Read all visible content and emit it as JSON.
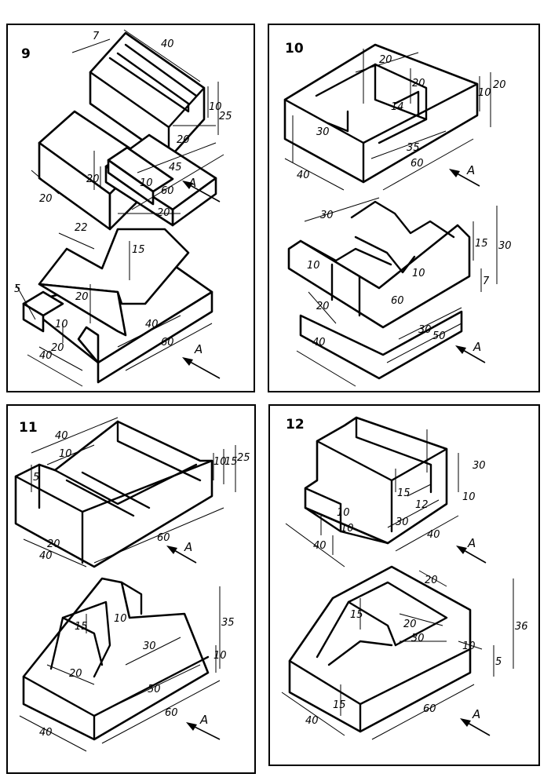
{
  "panels": [
    {
      "number": "9",
      "top": {
        "dims": [
          "7",
          "40",
          "10",
          "25",
          "20",
          "20",
          "10",
          "45",
          "60",
          "20"
        ],
        "view_label": "A"
      },
      "bottom": {
        "dims": [
          "22",
          "20",
          "15",
          "20",
          "5",
          "10",
          "20",
          "40",
          "40",
          "60"
        ],
        "view_label": "A"
      }
    },
    {
      "number": "10",
      "top": {
        "dims": [
          "20",
          "20",
          "14",
          "10",
          "20",
          "30",
          "35",
          "40",
          "60"
        ],
        "view_label": "A"
      },
      "bottom": {
        "dims": [
          "30",
          "15",
          "30",
          "10",
          "10",
          "7",
          "20",
          "60",
          "30",
          "40",
          "50"
        ],
        "view_label": "A"
      }
    },
    {
      "number": "11",
      "top": {
        "dims": [
          "40",
          "10",
          "5",
          "10",
          "15",
          "25",
          "20",
          "40",
          "60"
        ],
        "view_label": "A"
      },
      "bottom": {
        "dims": [
          "10",
          "15",
          "35",
          "30",
          "10",
          "20",
          "50",
          "40",
          "60"
        ],
        "view_label": "A"
      }
    },
    {
      "number": "12",
      "top": {
        "dims": [
          "30",
          "15",
          "10",
          "12",
          "10",
          "10",
          "30",
          "40",
          "40"
        ],
        "view_label": "A"
      },
      "bottom": {
        "dims": [
          "20",
          "15",
          "20",
          "30",
          "36",
          "10",
          "5",
          "15",
          "40",
          "60"
        ],
        "view_label": "A"
      }
    }
  ]
}
